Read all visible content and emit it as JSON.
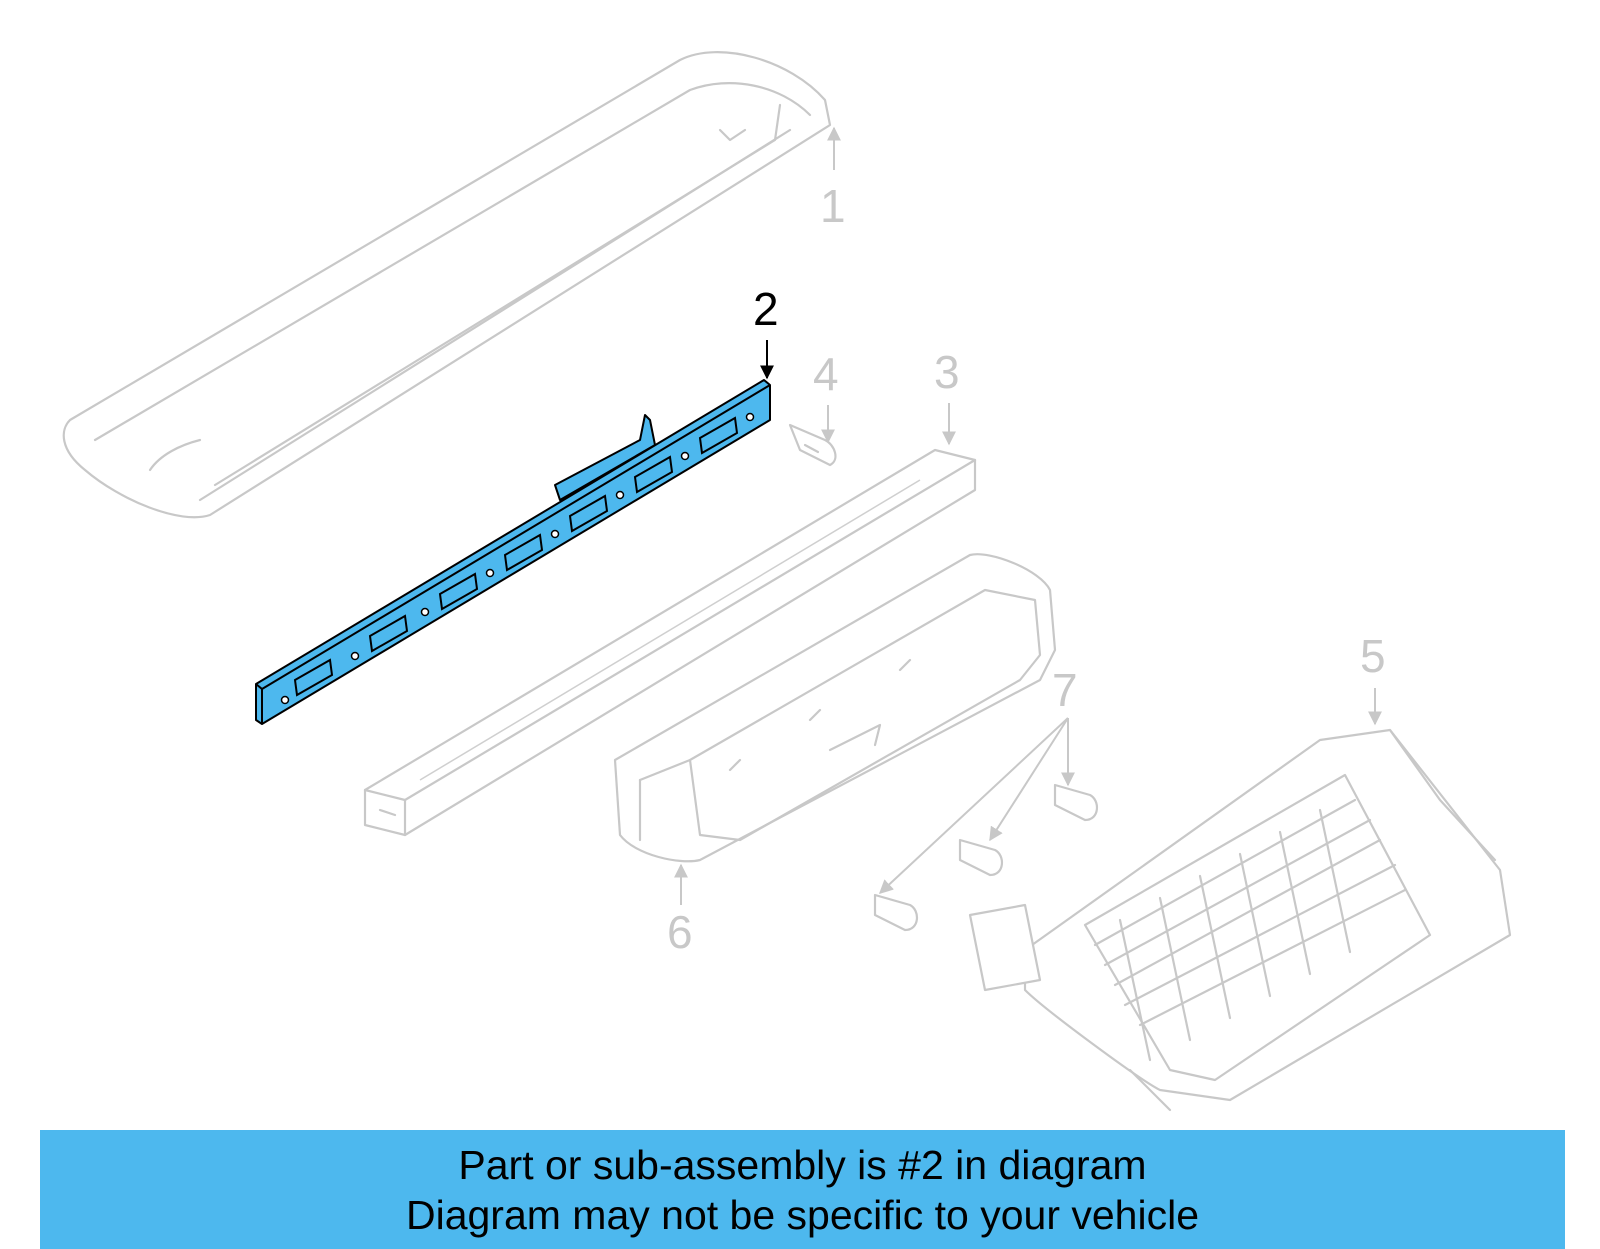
{
  "colors": {
    "highlight": "#4db8ee",
    "banner_bg": "#4db8ee",
    "ghost_stroke": "#c8c8c8",
    "callout_active": "#000000",
    "callout_inactive": "#c8c8c8"
  },
  "diagram": {
    "highlighted_part": "2",
    "callouts": [
      {
        "number": "1"
      },
      {
        "number": "2"
      },
      {
        "number": "3"
      },
      {
        "number": "4"
      },
      {
        "number": "5"
      },
      {
        "number": "6"
      },
      {
        "number": "7"
      }
    ]
  },
  "banner": {
    "line1": "Part or sub-assembly is #2 in diagram",
    "line2": "Diagram may not be specific to your vehicle"
  }
}
